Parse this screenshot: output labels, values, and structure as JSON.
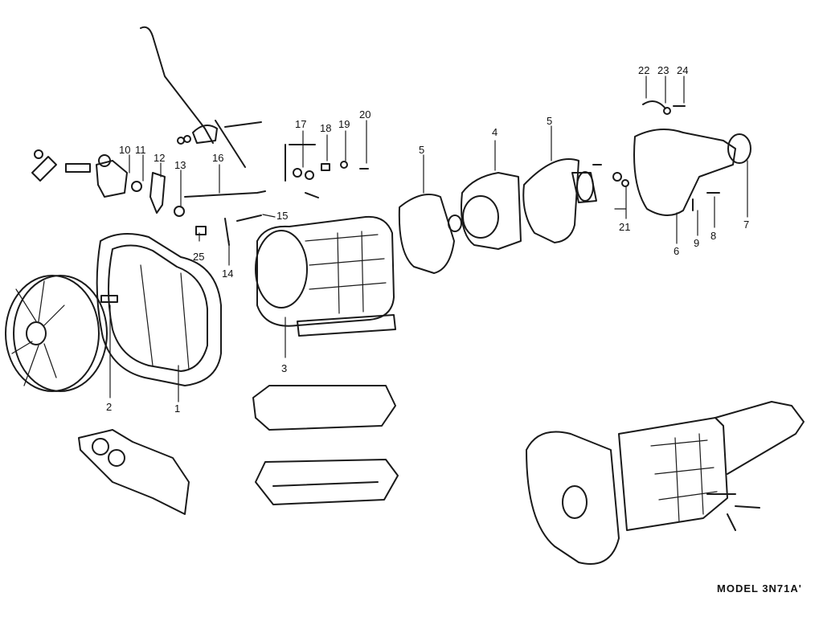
{
  "diagram": {
    "model_label": "MODEL  3N71A'",
    "callouts": [
      "1",
      "2",
      "3",
      "4",
      "5",
      "5",
      "6",
      "7",
      "8",
      "9",
      "10",
      "11",
      "12",
      "13",
      "14",
      "15",
      "16",
      "17",
      "18",
      "19",
      "20",
      "21",
      "22",
      "23",
      "24",
      "25"
    ]
  }
}
